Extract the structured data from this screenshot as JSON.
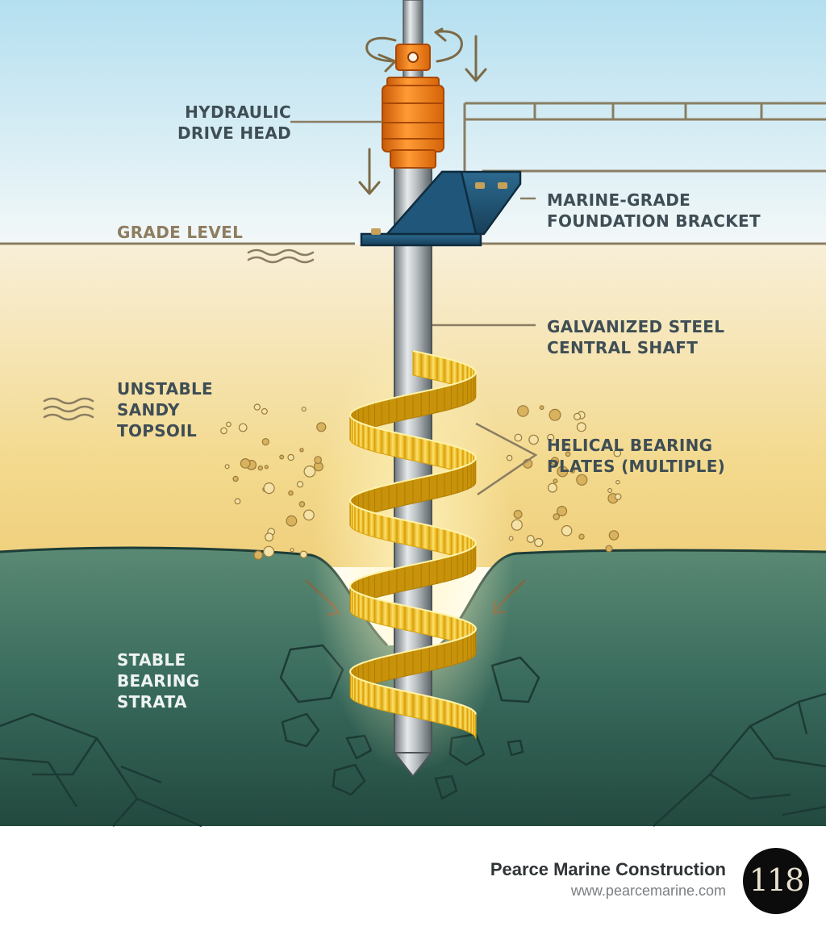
{
  "labels": {
    "drive_head": [
      "HYDRAULIC",
      "DRIVE HEAD"
    ],
    "bracket": [
      "MARINE-GRADE",
      "FOUNDATION BRACKET"
    ],
    "grade_level": "GRADE LEVEL",
    "shaft": [
      "GALVANIZED STEEL",
      "CENTRAL SHAFT"
    ],
    "topsoil": [
      "UNSTABLE",
      "SANDY",
      "TOPSOIL"
    ],
    "plates": [
      "HELICAL BEARING",
      "PLATES (MULTIPLE)"
    ],
    "strata": [
      "STABLE",
      "BEARING",
      "STRATA"
    ]
  },
  "footer": {
    "company": "Pearce Marine Construction",
    "website": "www.pearcemarine.com",
    "badge_number": "118"
  },
  "colors": {
    "sky_top": "#b4dff0",
    "sand": "#f3d98c",
    "strata": "#2f5a50",
    "helix": "#f2c51c",
    "drive_head": "#f07c14",
    "bracket": "#1f4f6e",
    "leader_line": "#8a7d62"
  }
}
